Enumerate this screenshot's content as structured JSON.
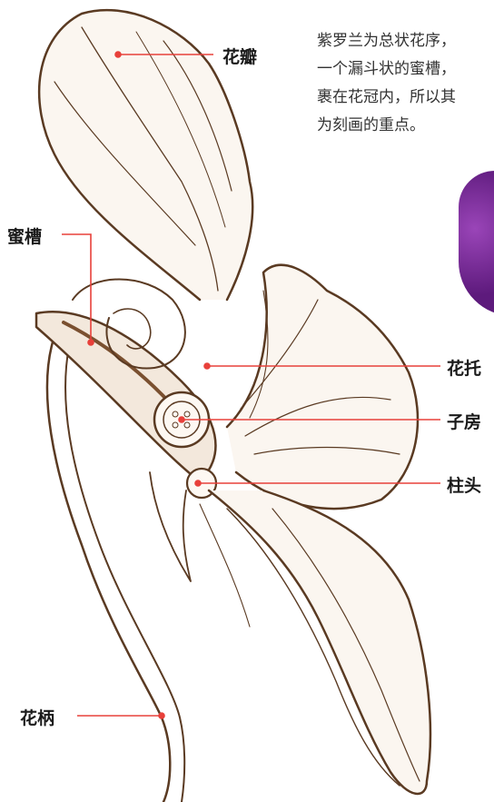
{
  "description": {
    "lines": [
      "紫罗兰为总状花序，",
      "一个漏斗状的蜜槽，",
      "裹在花冠内，所以其",
      "为刻画的重点。"
    ]
  },
  "labels": {
    "petal": "花瓣",
    "nectary": "蜜槽",
    "receptacle": "花托",
    "ovary": "子房",
    "stigma": "柱头",
    "pedicel": "花柄"
  },
  "colors": {
    "leader_line": "#e8403a",
    "sketch_stroke": "#5a3a22",
    "photo_purple": "#6b2a8c"
  }
}
